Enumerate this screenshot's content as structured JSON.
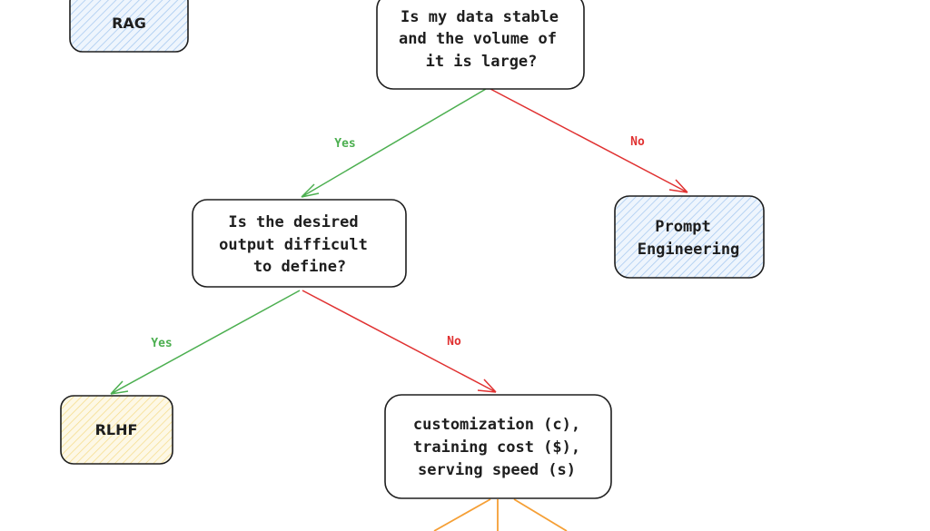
{
  "colors": {
    "yes": "#4caf50",
    "no": "#e03131",
    "orange": "#f59f35",
    "blue_fill": "#a5c8f0",
    "yellow_fill": "#f5dc8a"
  },
  "nodes": {
    "rag": {
      "label": "RAG"
    },
    "q_data": {
      "lines": [
        "Is my data stable",
        "and the volume of",
        "it is large?"
      ]
    },
    "q_output": {
      "lines": [
        "Is the desired",
        "output difficult",
        "to define?"
      ]
    },
    "prompt_engineering": {
      "lines": [
        "Prompt",
        "Engineering"
      ]
    },
    "rlhf": {
      "label": "RLHF"
    },
    "criteria": {
      "lines": [
        "customization (c),",
        "training cost ($),",
        "serving speed (s)"
      ]
    }
  },
  "edges": {
    "q_data_yes": "Yes",
    "q_data_no": "No",
    "q_output_yes": "Yes",
    "q_output_no": "No"
  }
}
